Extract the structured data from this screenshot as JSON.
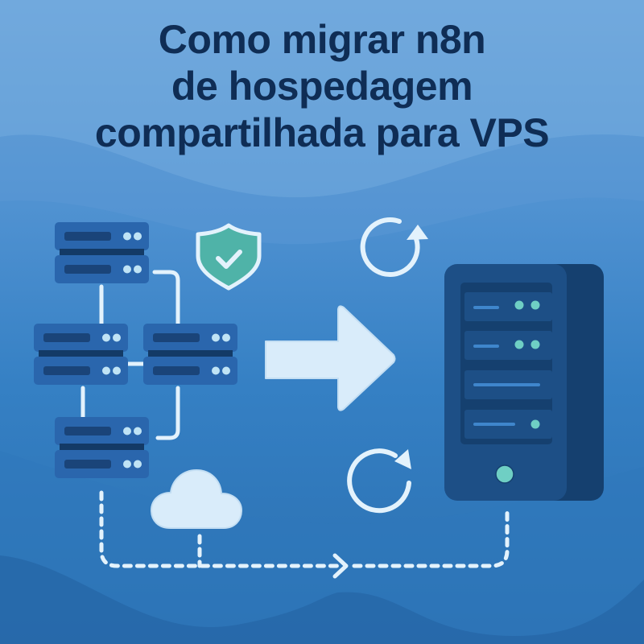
{
  "title": {
    "lines": [
      "Como migrar n8n",
      "de hospedagem",
      "compartilhada para VPS"
    ]
  },
  "colors": {
    "background_top": "#6ea7dc",
    "background_bottom": "#2a6fb0",
    "title_text": "#0f2d55",
    "server_unit": "#2a66ad",
    "server_slot": "#17406f",
    "led_light": "#bfe3f5",
    "vps_body": "#1d4f86",
    "vps_side": "#15406f",
    "vps_led": "#6fcfc4",
    "shield_fill": "#4fb3a8",
    "light_stroke": "#e3f2fc"
  },
  "diagram": {
    "source": {
      "label": "shared-hosting-servers",
      "server_count": 4
    },
    "arrow": {
      "direction": "right"
    },
    "icons": [
      "shield-check-icon",
      "refresh-icon-top",
      "refresh-icon-bottom",
      "cloud-icon"
    ],
    "target": {
      "label": "vps-server",
      "rack_units": 4
    }
  }
}
